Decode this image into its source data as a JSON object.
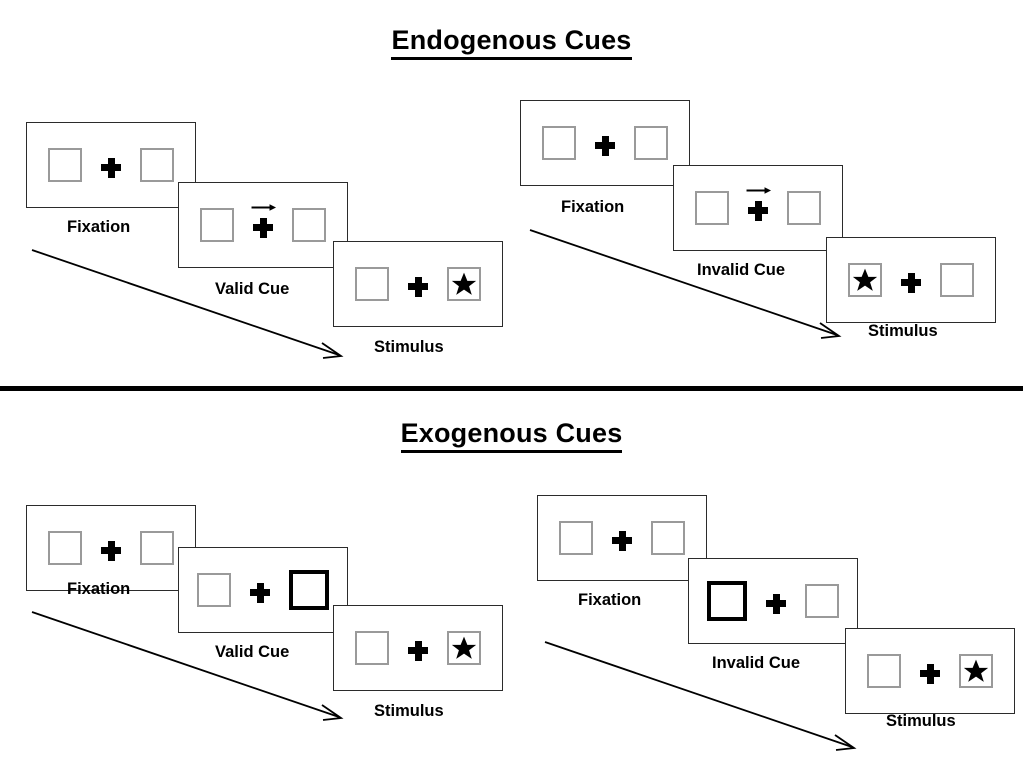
{
  "figure": {
    "title_top": "Endogenous Cues",
    "title_bottom": "Exogenous Cues",
    "colors": {
      "panel_border": "#2b2b2b",
      "box_border": "#9a9a9a",
      "cue_border": "#000000",
      "ink": "#000000",
      "background": "#ffffff"
    }
  },
  "sections": [
    {
      "id": "endogenous",
      "title": "Endogenous Cues",
      "columns": [
        {
          "id": "endogenous-valid",
          "frames": [
            {
              "label": "Fixation",
              "cue": "none",
              "cue_side": "none",
              "target_side": "none"
            },
            {
              "label": "Valid Cue",
              "cue": "arrow-right",
              "cue_side": "right",
              "target_side": "none"
            },
            {
              "label": "Stimulus",
              "cue": "none",
              "cue_side": "none",
              "target_side": "right"
            }
          ]
        },
        {
          "id": "endogenous-invalid",
          "frames": [
            {
              "label": "Fixation",
              "cue": "none",
              "cue_side": "none",
              "target_side": "none"
            },
            {
              "label": "Invalid Cue",
              "cue": "arrow-right",
              "cue_side": "right",
              "target_side": "none"
            },
            {
              "label": "Stimulus",
              "cue": "none",
              "cue_side": "none",
              "target_side": "left"
            }
          ]
        }
      ]
    },
    {
      "id": "exogenous",
      "title": "Exogenous Cues",
      "columns": [
        {
          "id": "exogenous-valid",
          "frames": [
            {
              "label": "Fixation",
              "cue": "none",
              "cue_side": "none",
              "target_side": "none"
            },
            {
              "label": "Valid Cue",
              "cue": "box-flash",
              "cue_side": "right",
              "target_side": "none"
            },
            {
              "label": "Stimulus",
              "cue": "none",
              "cue_side": "none",
              "target_side": "right"
            }
          ]
        },
        {
          "id": "exogenous-invalid",
          "frames": [
            {
              "label": "Fixation",
              "cue": "none",
              "cue_side": "none",
              "target_side": "none"
            },
            {
              "label": "Invalid Cue",
              "cue": "box-flash",
              "cue_side": "left",
              "target_side": "none"
            },
            {
              "label": "Stimulus",
              "cue": "none",
              "cue_side": "none",
              "target_side": "right"
            }
          ]
        }
      ]
    }
  ],
  "labels": {
    "fixation": "Fixation",
    "valid_cue": "Valid Cue",
    "invalid_cue": "Invalid Cue",
    "stimulus": "Stimulus"
  },
  "icons": {
    "fixation_cross": "plus-cross-icon",
    "arrow_cue": "arrow-right-icon",
    "target": "star-icon",
    "time_arrow": "diagonal-time-arrow-icon"
  }
}
